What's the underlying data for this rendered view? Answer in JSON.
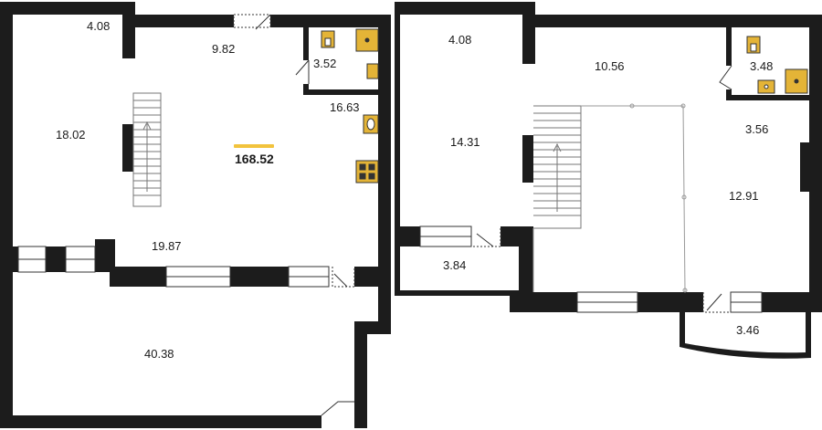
{
  "plan": {
    "total_area": "168.52",
    "accent_color": "#f2c33d",
    "wall_color": "#1c1c1c",
    "fixture_color": "#e4b437",
    "rooms_left": [
      {
        "id": "a",
        "area": "4.08"
      },
      {
        "id": "b",
        "area": "9.82"
      },
      {
        "id": "c",
        "area": "3.52"
      },
      {
        "id": "d",
        "area": "16.63"
      },
      {
        "id": "e",
        "area": "18.02"
      },
      {
        "id": "f",
        "area": "19.87"
      },
      {
        "id": "g",
        "area": "40.38"
      }
    ],
    "rooms_right": [
      {
        "id": "h",
        "area": "4.08"
      },
      {
        "id": "i",
        "area": "10.56"
      },
      {
        "id": "j",
        "area": "3.48"
      },
      {
        "id": "k",
        "area": "14.31"
      },
      {
        "id": "l",
        "area": "3.56"
      },
      {
        "id": "m",
        "area": "12.91"
      },
      {
        "id": "n",
        "area": "3.84"
      },
      {
        "id": "o",
        "area": "3.46"
      }
    ]
  }
}
